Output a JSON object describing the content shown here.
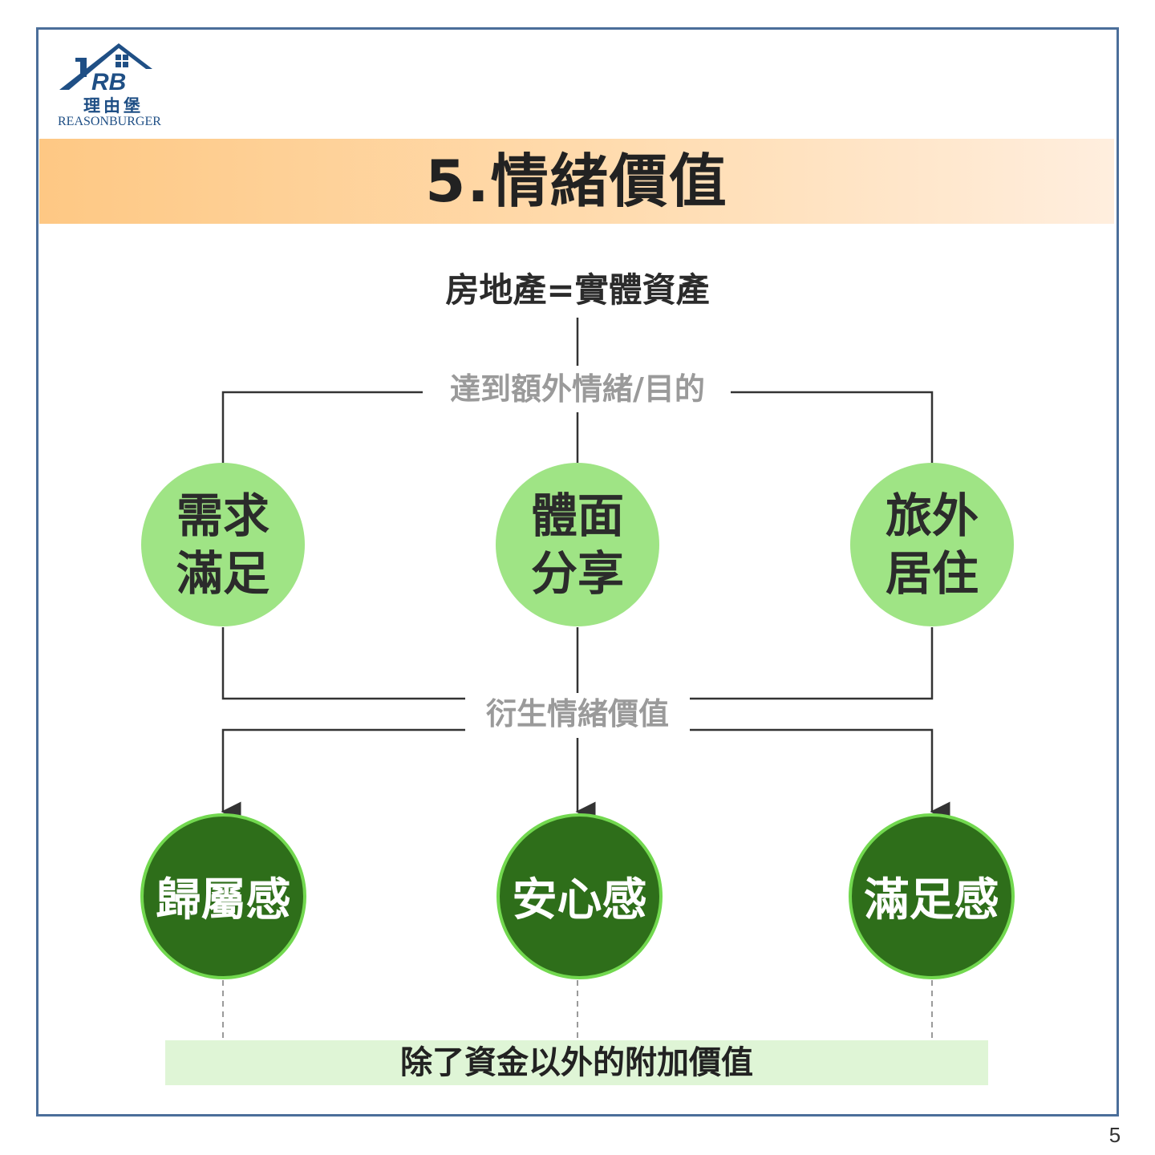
{
  "logo": {
    "mark": "RB",
    "name_zh": "理由堡",
    "name_en": "REASONBURGER"
  },
  "title": "5.情緒價值",
  "root": "房地產=實體資產",
  "branch_label": "達到額外情緒/目的",
  "purposes": [
    "需求滿足",
    "體面分享",
    "旅外居住"
  ],
  "derive_label": "衍生情緒價值",
  "feelings": [
    "歸屬感",
    "安心感",
    "滿足感"
  ],
  "footer": "除了資金以外的附加價值",
  "page_number": "5",
  "colors": {
    "frame": "#4b6e9a",
    "title_band_start": "#fec884",
    "title_band_end": "#ffeede",
    "purpose_fill": "#9fe485",
    "feeling_fill": "#2e6e1a",
    "feeling_border": "#72d84f",
    "footer_fill": "#dff5d6",
    "connector": "#333333",
    "label_grey": "#9a9a9a"
  }
}
